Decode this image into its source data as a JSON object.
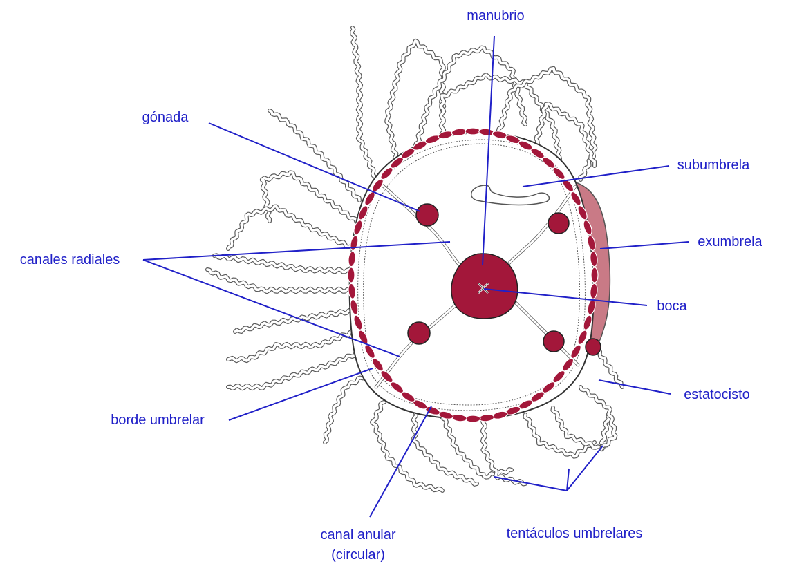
{
  "labels": {
    "manubrio": "manubrio",
    "gonada": "gónada",
    "subumbrela": "subumbrela",
    "exumbrela": "exumbrela",
    "canales_radiales": "canales radiales",
    "boca": "boca",
    "estatocisto": "estatocisto",
    "borde_umbrelar": "borde umbrelar",
    "canal_anular_line1": "canal anular",
    "canal_anular_line2": "(circular)",
    "tentaculos": "tentáculos umbrelares"
  },
  "colors": {
    "label_text": "#2020c8",
    "leader_line": "#2020c8",
    "tissue_red": "#a3173a",
    "exumbrella_fill": "#c97a86",
    "outline": "#555555"
  }
}
